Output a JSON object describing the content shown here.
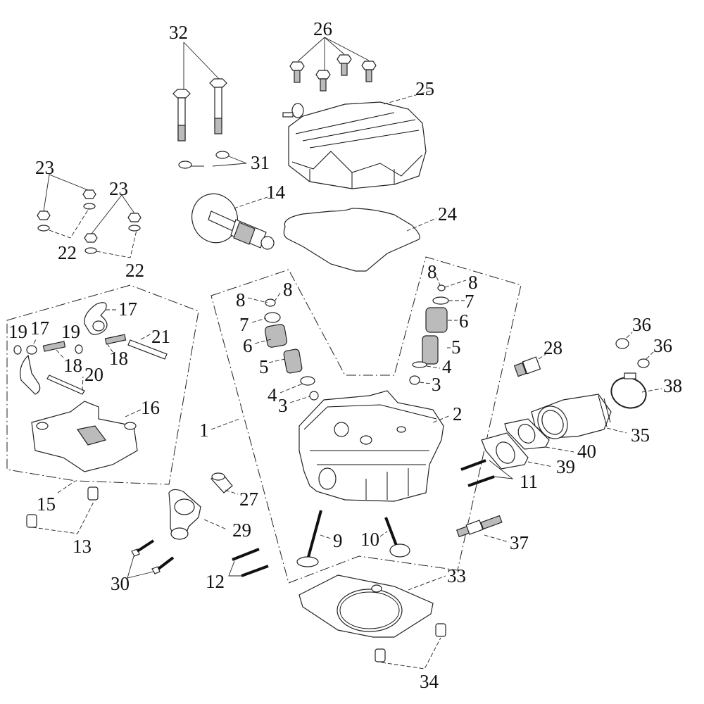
{
  "diagram": {
    "type": "exploded-parts-diagram",
    "subject": "cylinder head assembly",
    "callouts": [
      {
        "id": "c1",
        "text": "1"
      },
      {
        "id": "c2",
        "text": "2"
      },
      {
        "id": "c3a",
        "text": "3"
      },
      {
        "id": "c3b",
        "text": "3"
      },
      {
        "id": "c4a",
        "text": "4"
      },
      {
        "id": "c4b",
        "text": "4"
      },
      {
        "id": "c5a",
        "text": "5"
      },
      {
        "id": "c5b",
        "text": "5"
      },
      {
        "id": "c6a",
        "text": "6"
      },
      {
        "id": "c6b",
        "text": "6"
      },
      {
        "id": "c7a",
        "text": "7"
      },
      {
        "id": "c7b",
        "text": "7"
      },
      {
        "id": "c8a",
        "text": "8"
      },
      {
        "id": "c8b",
        "text": "8"
      },
      {
        "id": "c8c",
        "text": "8"
      },
      {
        "id": "c8d",
        "text": "8"
      },
      {
        "id": "c9",
        "text": "9"
      },
      {
        "id": "c10",
        "text": "10"
      },
      {
        "id": "c11",
        "text": "11"
      },
      {
        "id": "c12",
        "text": "12"
      },
      {
        "id": "c13",
        "text": "13"
      },
      {
        "id": "c14",
        "text": "14"
      },
      {
        "id": "c15",
        "text": "15"
      },
      {
        "id": "c16",
        "text": "16"
      },
      {
        "id": "c17a",
        "text": "17"
      },
      {
        "id": "c17b",
        "text": "17"
      },
      {
        "id": "c18a",
        "text": "18"
      },
      {
        "id": "c18b",
        "text": "18"
      },
      {
        "id": "c19a",
        "text": "19"
      },
      {
        "id": "c19b",
        "text": "19"
      },
      {
        "id": "c20",
        "text": "20"
      },
      {
        "id": "c21",
        "text": "21"
      },
      {
        "id": "c22a",
        "text": "22"
      },
      {
        "id": "c22b",
        "text": "22"
      },
      {
        "id": "c23a",
        "text": "23"
      },
      {
        "id": "c23b",
        "text": "23"
      },
      {
        "id": "c24",
        "text": "24"
      },
      {
        "id": "c25",
        "text": "25"
      },
      {
        "id": "c26",
        "text": "26"
      },
      {
        "id": "c27",
        "text": "27"
      },
      {
        "id": "c28",
        "text": "28"
      },
      {
        "id": "c29",
        "text": "29"
      },
      {
        "id": "c30",
        "text": "30"
      },
      {
        "id": "c31",
        "text": "31"
      },
      {
        "id": "c32",
        "text": "32"
      },
      {
        "id": "c33",
        "text": "33"
      },
      {
        "id": "c34",
        "text": "34"
      },
      {
        "id": "c35",
        "text": "35"
      },
      {
        "id": "c36a",
        "text": "36"
      },
      {
        "id": "c36b",
        "text": "36"
      },
      {
        "id": "c37",
        "text": "37"
      },
      {
        "id": "c38",
        "text": "38"
      },
      {
        "id": "c39",
        "text": "39"
      },
      {
        "id": "c40",
        "text": "40"
      }
    ]
  }
}
